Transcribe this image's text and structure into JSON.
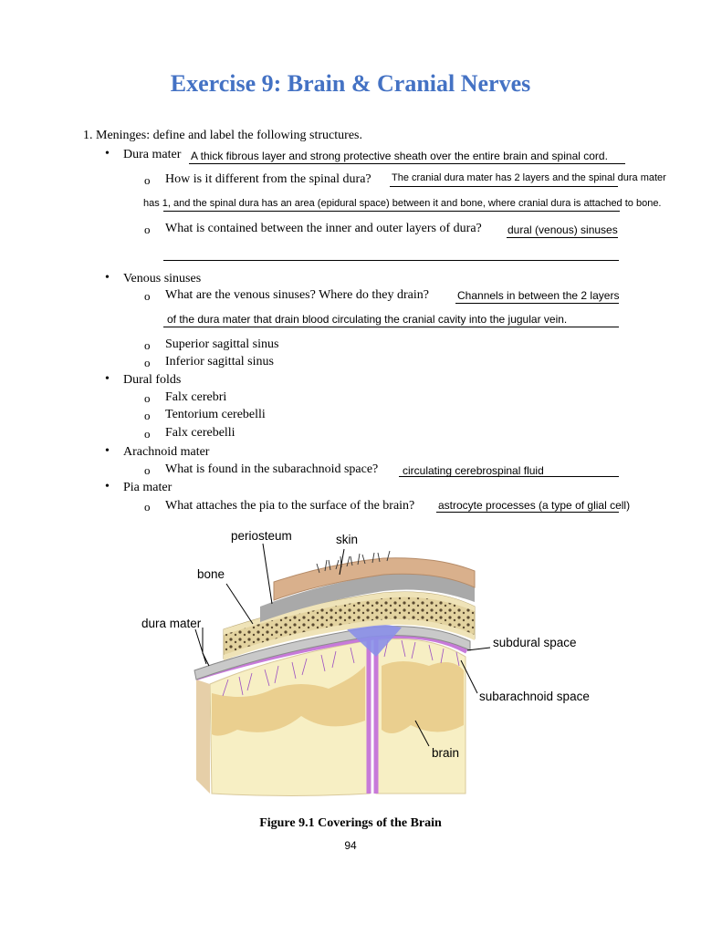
{
  "title": "Exercise 9: Brain & Cranial Nerves",
  "q1": "1. Meninges: define and label the following structures.",
  "bullets": {
    "dura": "Dura mater",
    "venous": "Venous sinuses",
    "folds": "Dural folds",
    "arachnoid": "Arachnoid mater",
    "pia": "Pia mater"
  },
  "questions": {
    "spinal_dura": "How is it different from the spinal dura?",
    "contained": "What is contained between the inner and outer layers of dura?",
    "venous_what": "What are the venous sinuses?  Where do they drain?",
    "subarachnoid": "What is found in the subarachnoid space?",
    "pia_attach": "What attaches the pia to the surface of the brain?"
  },
  "answers": {
    "dura": "A thick fibrous layer and strong protective sheath over the entire brain and spinal cord.",
    "spinal_dura_1": "The cranial dura mater has 2 layers and the spinal dura mater",
    "spinal_dura_2": "has 1, and the spinal dura has an area (epidural space) between it and bone, where cranial dura is attached to bone.",
    "contained": "dural (venous) sinuses",
    "venous_1": "Channels in between the 2 layers",
    "venous_2": "of the dura mater that drain blood circulating the cranial cavity into the jugular vein.",
    "subarachnoid": "circulating cerebrospinal fluid",
    "pia": "astrocyte processes (a type of glial cell)"
  },
  "sub_items": {
    "superior": "Superior sagittal sinus",
    "inferior": "Inferior sagittal sinus",
    "falx_cerebri": "Falx cerebri",
    "tentorium": "Tentorium cerebelli",
    "falx_cerebelli": "Falx cerebelli"
  },
  "figure_labels": {
    "periosteum": "periosteum",
    "skin": "skin",
    "bone": "bone",
    "dura": "dura mater",
    "subdural": "subdural space",
    "subarachnoid": "subarachnoid space",
    "brain": "brain"
  },
  "caption": "Figure 9.1 Coverings of the Brain",
  "page_number": "94",
  "colors": {
    "title": "#4472c4",
    "skin": "#d9b08c",
    "bone": "#efe3b8",
    "dura": "#c9c9c9",
    "pia": "#c77ad9",
    "brain": "#f7efc4",
    "gray_matter": "#e8c986",
    "sinus": "#8a8fe8"
  }
}
